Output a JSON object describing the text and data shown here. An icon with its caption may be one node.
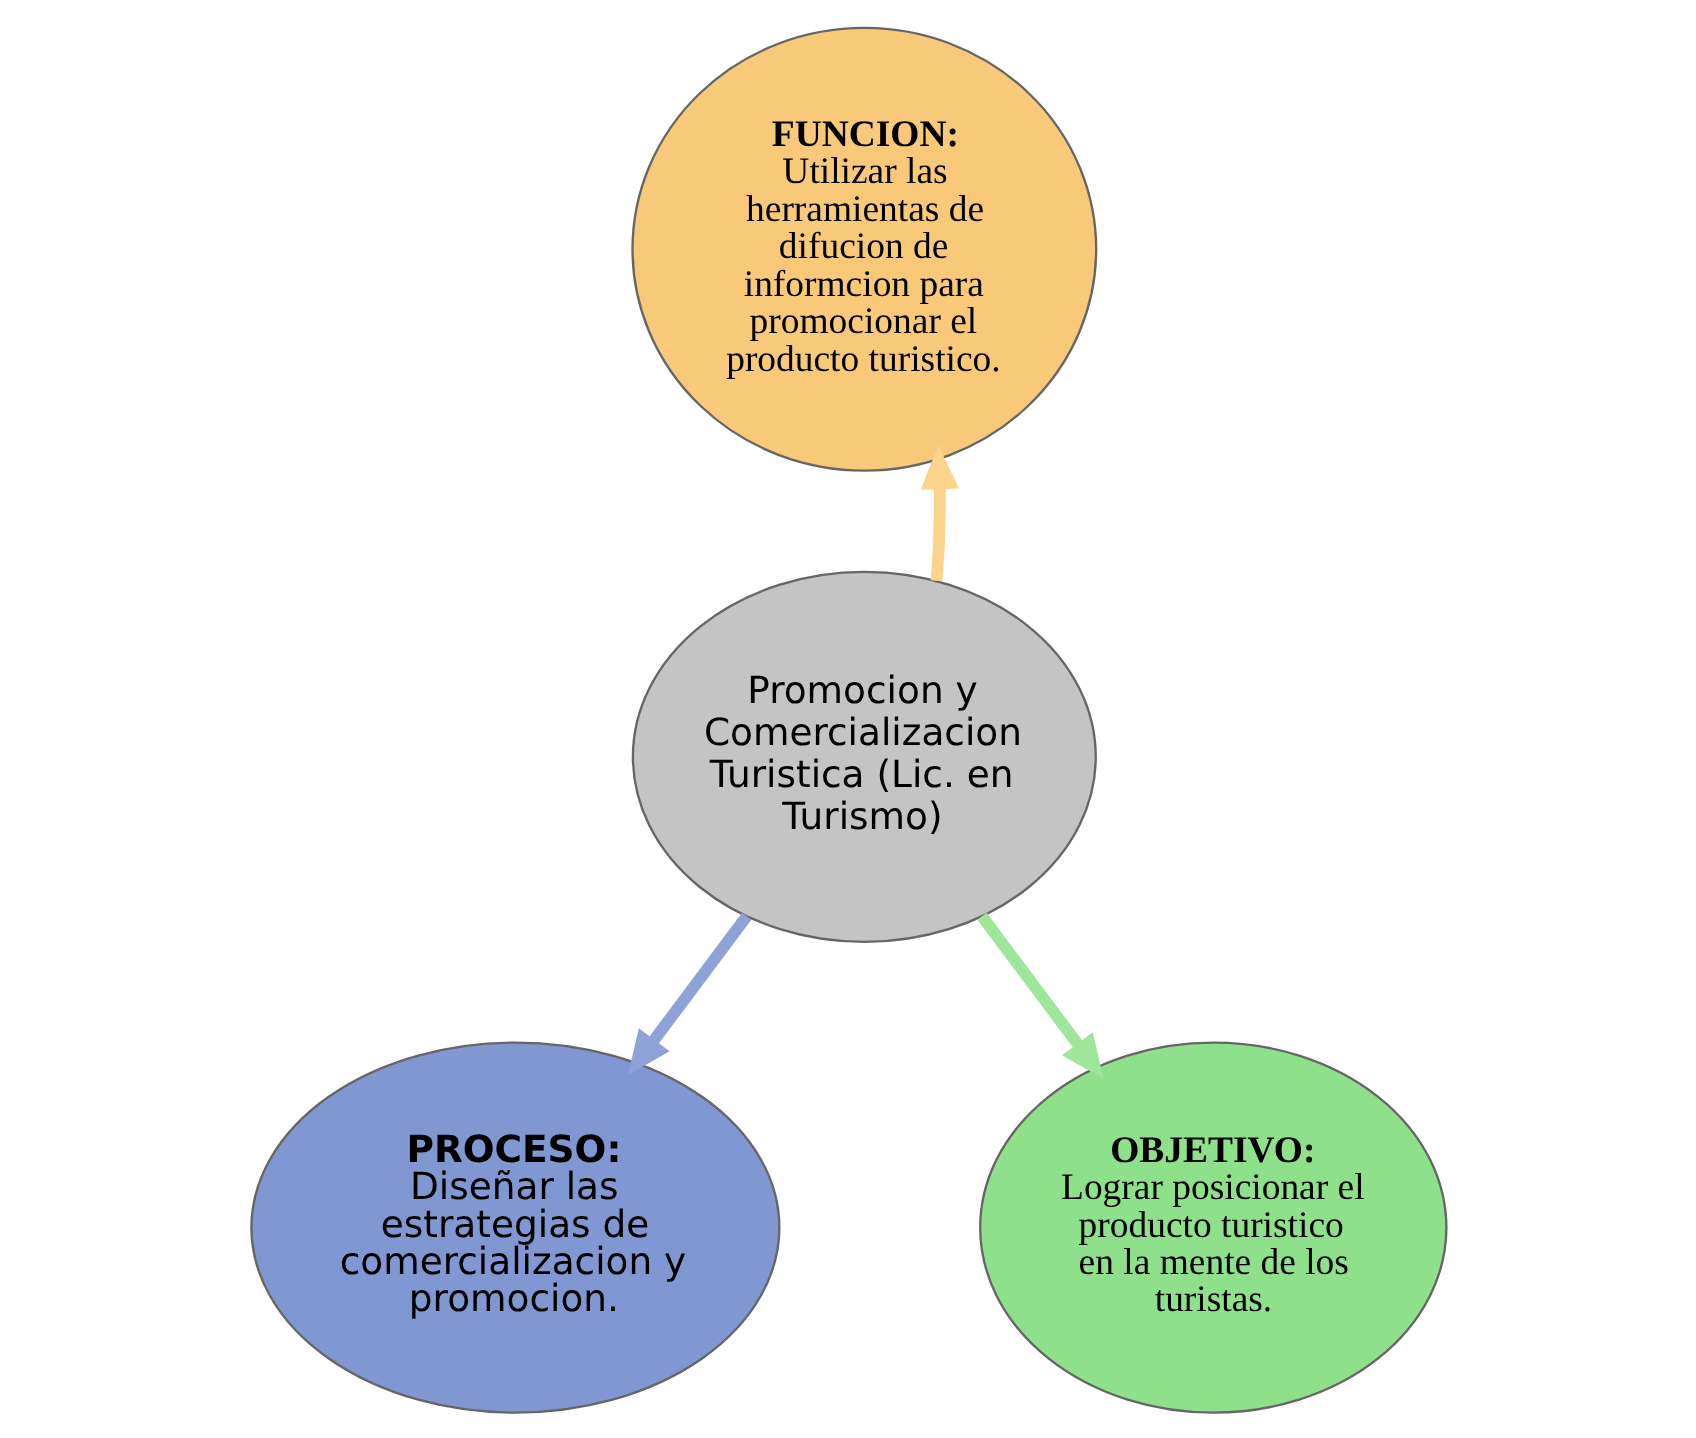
{
  "diagram": {
    "nodes": [
      {
        "text": [
          "FUNCION:",
          "Utilizar las herramientas de difucion de informcion para promocionar el producto turistico."
        ]
      },
      {
        "text": [
          "Promocion y Comercializacion Turistica (Lic. en Turismo)"
        ]
      },
      {
        "text": [
          "PROCESO:",
          "Diseñar las estrategias de comercializacion y promocion."
        ]
      },
      {
        "text": [
          "OBJETIVO:",
          "Lograr posicionar el producto turistico en la mente de los turistas."
        ]
      }
    ],
    "edges": [
      {
        "from": 1,
        "to": 0,
        "arrow": "to",
        "color": "#fbd38a"
      },
      {
        "from": 1,
        "to": 2,
        "arrow": "to",
        "color": "#8ea2d8"
      },
      {
        "from": 1,
        "to": 3,
        "arrow": "to",
        "color": "#9fe59a"
      }
    ]
  }
}
